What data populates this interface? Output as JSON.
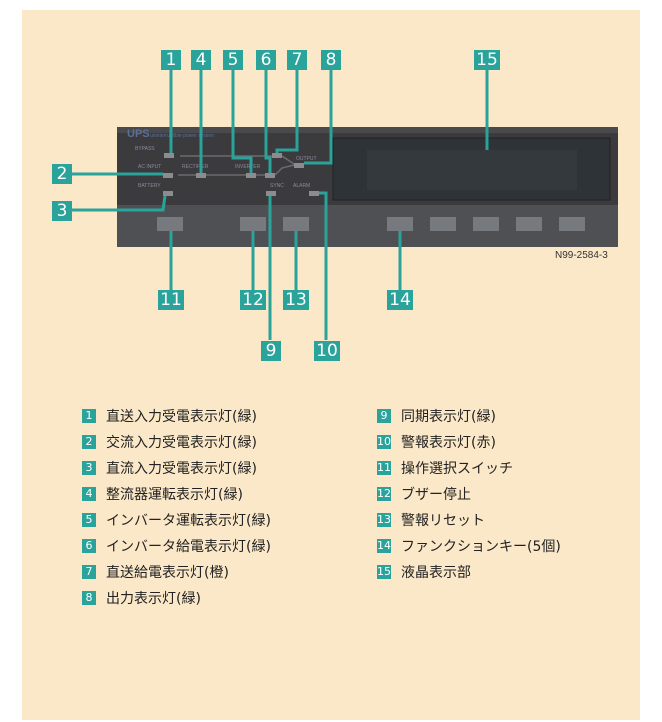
{
  "callouts": [
    "1",
    "2",
    "3",
    "4",
    "5",
    "6",
    "7",
    "8",
    "9",
    "10",
    "11",
    "12",
    "13",
    "14",
    "15"
  ],
  "device": {
    "brand": "UPS",
    "subtitle": "uninterruptible power system",
    "labels": {
      "bypass": "BYPASS",
      "ac_input": "AC INPUT",
      "rectifier": "RECTIFIER",
      "inverter": "INVERTER",
      "output": "OUTPUT",
      "battery": "BATTERY",
      "sync": "SYNC",
      "alarm": "ALARM"
    }
  },
  "figure_id": "N99-2584-3",
  "legend": [
    {
      "num": "1",
      "text": "直送入力受電表示灯(緑)"
    },
    {
      "num": "2",
      "text": "交流入力受電表示灯(緑)"
    },
    {
      "num": "3",
      "text": "直流入力受電表示灯(緑)"
    },
    {
      "num": "4",
      "text": "整流器運転表示灯(緑)"
    },
    {
      "num": "5",
      "text": "インバータ運転表示灯(緑)"
    },
    {
      "num": "6",
      "text": "インバータ給電表示灯(緑)"
    },
    {
      "num": "7",
      "text": "直送給電表示灯(橙)"
    },
    {
      "num": "8",
      "text": "出力表示灯(緑)"
    },
    {
      "num": "9",
      "text": "同期表示灯(緑)"
    },
    {
      "num": "10",
      "text": "警報表示灯(赤)"
    },
    {
      "num": "11",
      "text": "操作選択スイッチ"
    },
    {
      "num": "12",
      "text": "ブザー停止"
    },
    {
      "num": "13",
      "text": "警報リセット"
    },
    {
      "num": "14",
      "text": "ファンクションキー(5個)"
    },
    {
      "num": "15",
      "text": "液晶表示部"
    }
  ],
  "colors": {
    "background": "#fbe8c8",
    "callout": "#2aa39b",
    "panel": "#3a3a3c",
    "lcd": "#2e3337"
  }
}
